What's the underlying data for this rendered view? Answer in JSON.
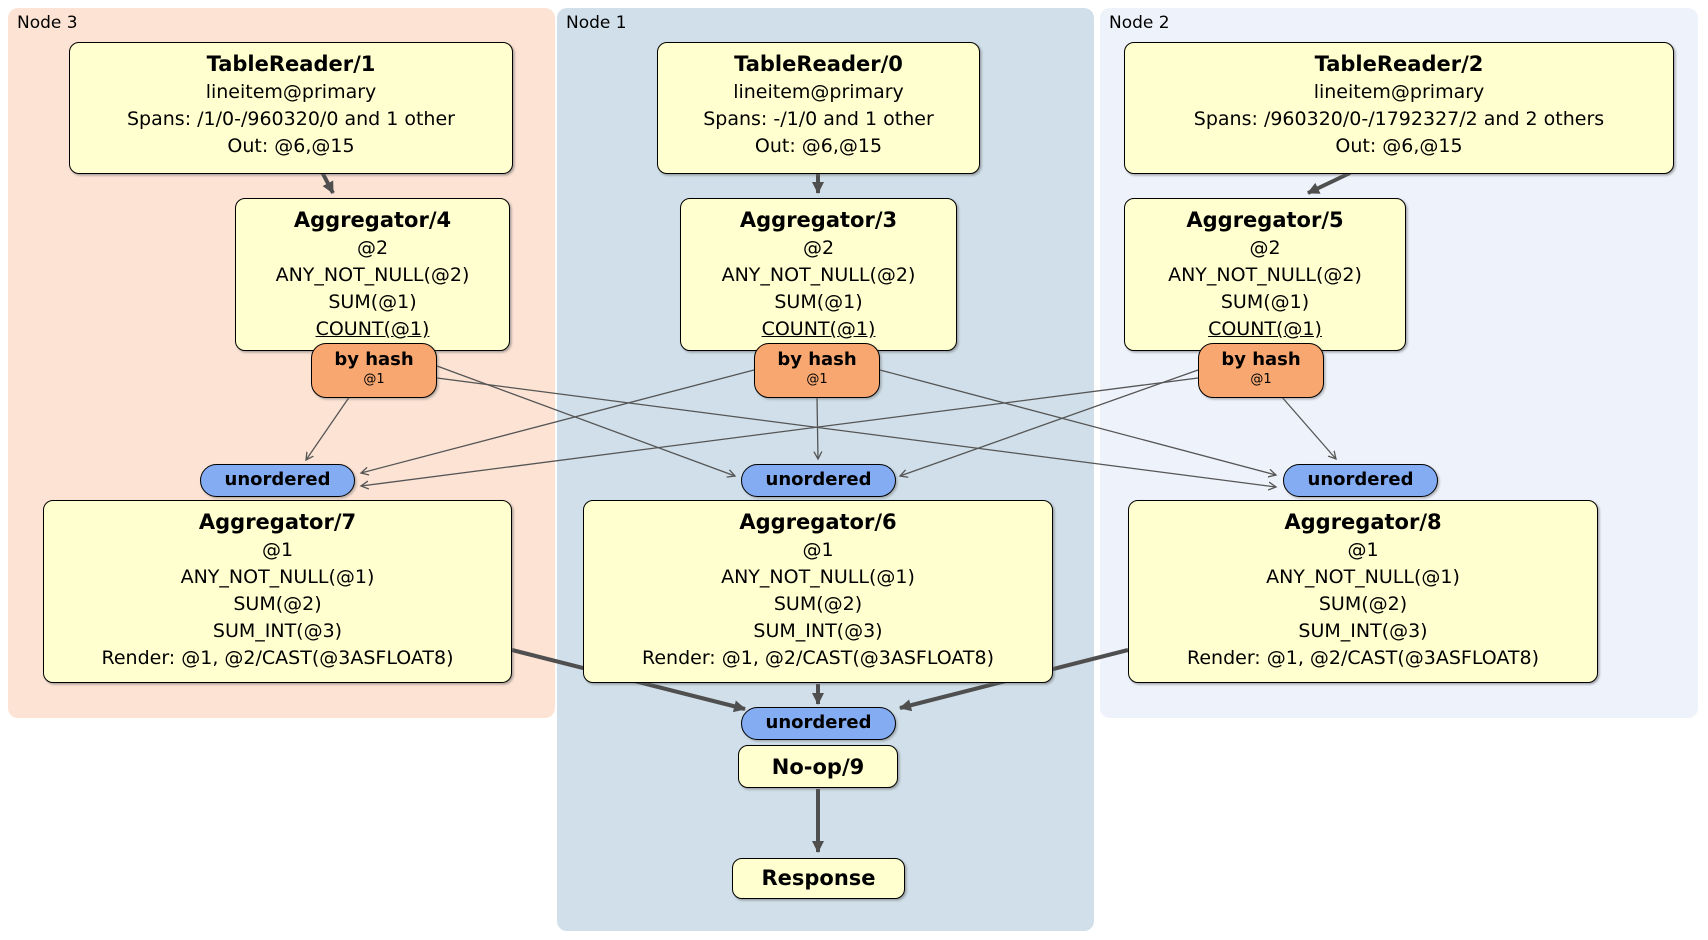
{
  "regions": [
    {
      "label": "Node 3"
    },
    {
      "label": "Node 1"
    },
    {
      "label": "Node 2"
    }
  ],
  "boxes": {
    "tr1": {
      "title": "TableReader/1",
      "lines": [
        "lineitem@primary",
        "Spans: /1/0-/960320/0 and 1 other",
        "Out: @6,@15"
      ]
    },
    "tr0": {
      "title": "TableReader/0",
      "lines": [
        "lineitem@primary",
        "Spans: -/1/0 and 1 other",
        "Out: @6,@15"
      ]
    },
    "tr2": {
      "title": "TableReader/2",
      "lines": [
        "lineitem@primary",
        "Spans: /960320/0-/1792327/2 and 2 others",
        "Out: @6,@15"
      ]
    },
    "agg4": {
      "title": "Aggregator/4",
      "lines": [
        "@2",
        "ANY_NOT_NULL(@2)",
        "SUM(@1)",
        "COUNT(@1)"
      ]
    },
    "agg3": {
      "title": "Aggregator/3",
      "lines": [
        "@2",
        "ANY_NOT_NULL(@2)",
        "SUM(@1)",
        "COUNT(@1)"
      ]
    },
    "agg5": {
      "title": "Aggregator/5",
      "lines": [
        "@2",
        "ANY_NOT_NULL(@2)",
        "SUM(@1)",
        "COUNT(@1)"
      ]
    },
    "agg7": {
      "title": "Aggregator/7",
      "lines": [
        "@1",
        "ANY_NOT_NULL(@1)",
        "SUM(@2)",
        "SUM_INT(@3)",
        "Render: @1, @2/CAST(@3ASFLOAT8)"
      ]
    },
    "agg6": {
      "title": "Aggregator/6",
      "lines": [
        "@1",
        "ANY_NOT_NULL(@1)",
        "SUM(@2)",
        "SUM_INT(@3)",
        "Render: @1, @2/CAST(@3ASFLOAT8)"
      ]
    },
    "agg8": {
      "title": "Aggregator/8",
      "lines": [
        "@1",
        "ANY_NOT_NULL(@1)",
        "SUM(@2)",
        "SUM_INT(@3)",
        "Render: @1, @2/CAST(@3ASFLOAT8)"
      ]
    },
    "noop": {
      "title": "No-op/9",
      "lines": []
    },
    "response": {
      "title": "Response",
      "lines": []
    }
  },
  "routers": [
    {
      "label": "by hash",
      "sublabel": "@1"
    },
    {
      "label": "by hash",
      "sublabel": "@1"
    },
    {
      "label": "by hash",
      "sublabel": "@1"
    }
  ],
  "syncs": [
    {
      "label": "unordered"
    },
    {
      "label": "unordered"
    },
    {
      "label": "unordered"
    },
    {
      "label": "unordered"
    }
  ],
  "colors": {
    "node3_bg": "#fce3d4",
    "node1_bg": "#d0dfe9",
    "node2_bg": "#eef2fb",
    "processor_bg": "#ffffcf",
    "router_bg": "#f7a76f",
    "sync_bg": "#84acf3",
    "edge": "#4f4f4f",
    "border": "#000000"
  }
}
